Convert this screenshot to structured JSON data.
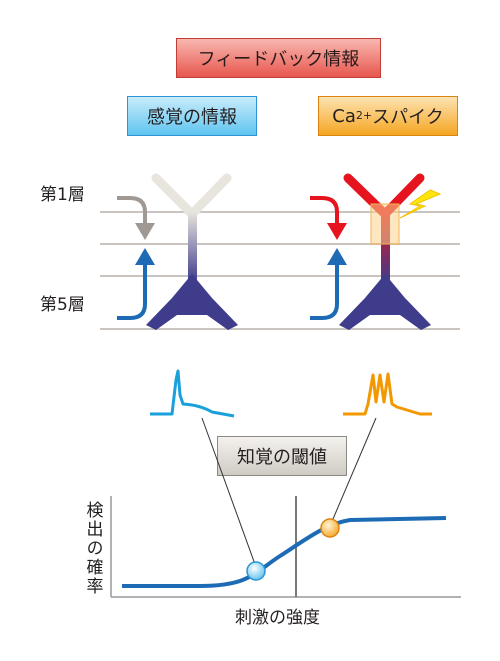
{
  "labels": {
    "feedback": "フィードバック情報",
    "sensory": "感覚の情報",
    "ca_spike_main": "Ca",
    "ca_spike_sup": "2+",
    "ca_spike_tail": "スパイク",
    "layer1": "第1層",
    "layer5": "第5層",
    "threshold": "知覚の閾値",
    "ylabel": "検出の確率",
    "xlabel": "刺激の強度"
  },
  "colors": {
    "feedback_red": "#e5141f",
    "sensory_blue": "#1d6ab5",
    "neuron_purple": "#3f3c8c",
    "ca_orange": "#f39800",
    "trace_blue": "#1aa0db",
    "curve_blue": "#1d6ab5",
    "layer_line": "#c9c4bf"
  }
}
